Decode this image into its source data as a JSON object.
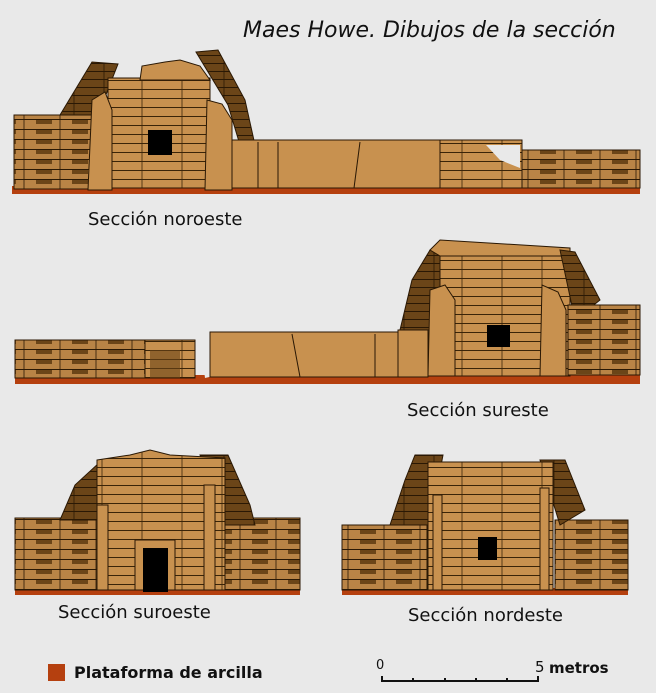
{
  "title": "Maes Howe. Dibujos de la sección",
  "sections": [
    {
      "label": "Sección noroeste"
    },
    {
      "label": "Sección sureste"
    },
    {
      "label": "Sección suroeste"
    },
    {
      "label": "Sección nordeste"
    }
  ],
  "legend": {
    "label": "Plataforma de arcilla",
    "color": "#b5400f"
  },
  "scale": {
    "start": "0",
    "end": "5",
    "unit": "metros"
  },
  "colors": {
    "light_stone": "#c8914f",
    "dark_stone": "#6b4518",
    "clay": "#b5400f",
    "background": "#e9e9e9"
  }
}
